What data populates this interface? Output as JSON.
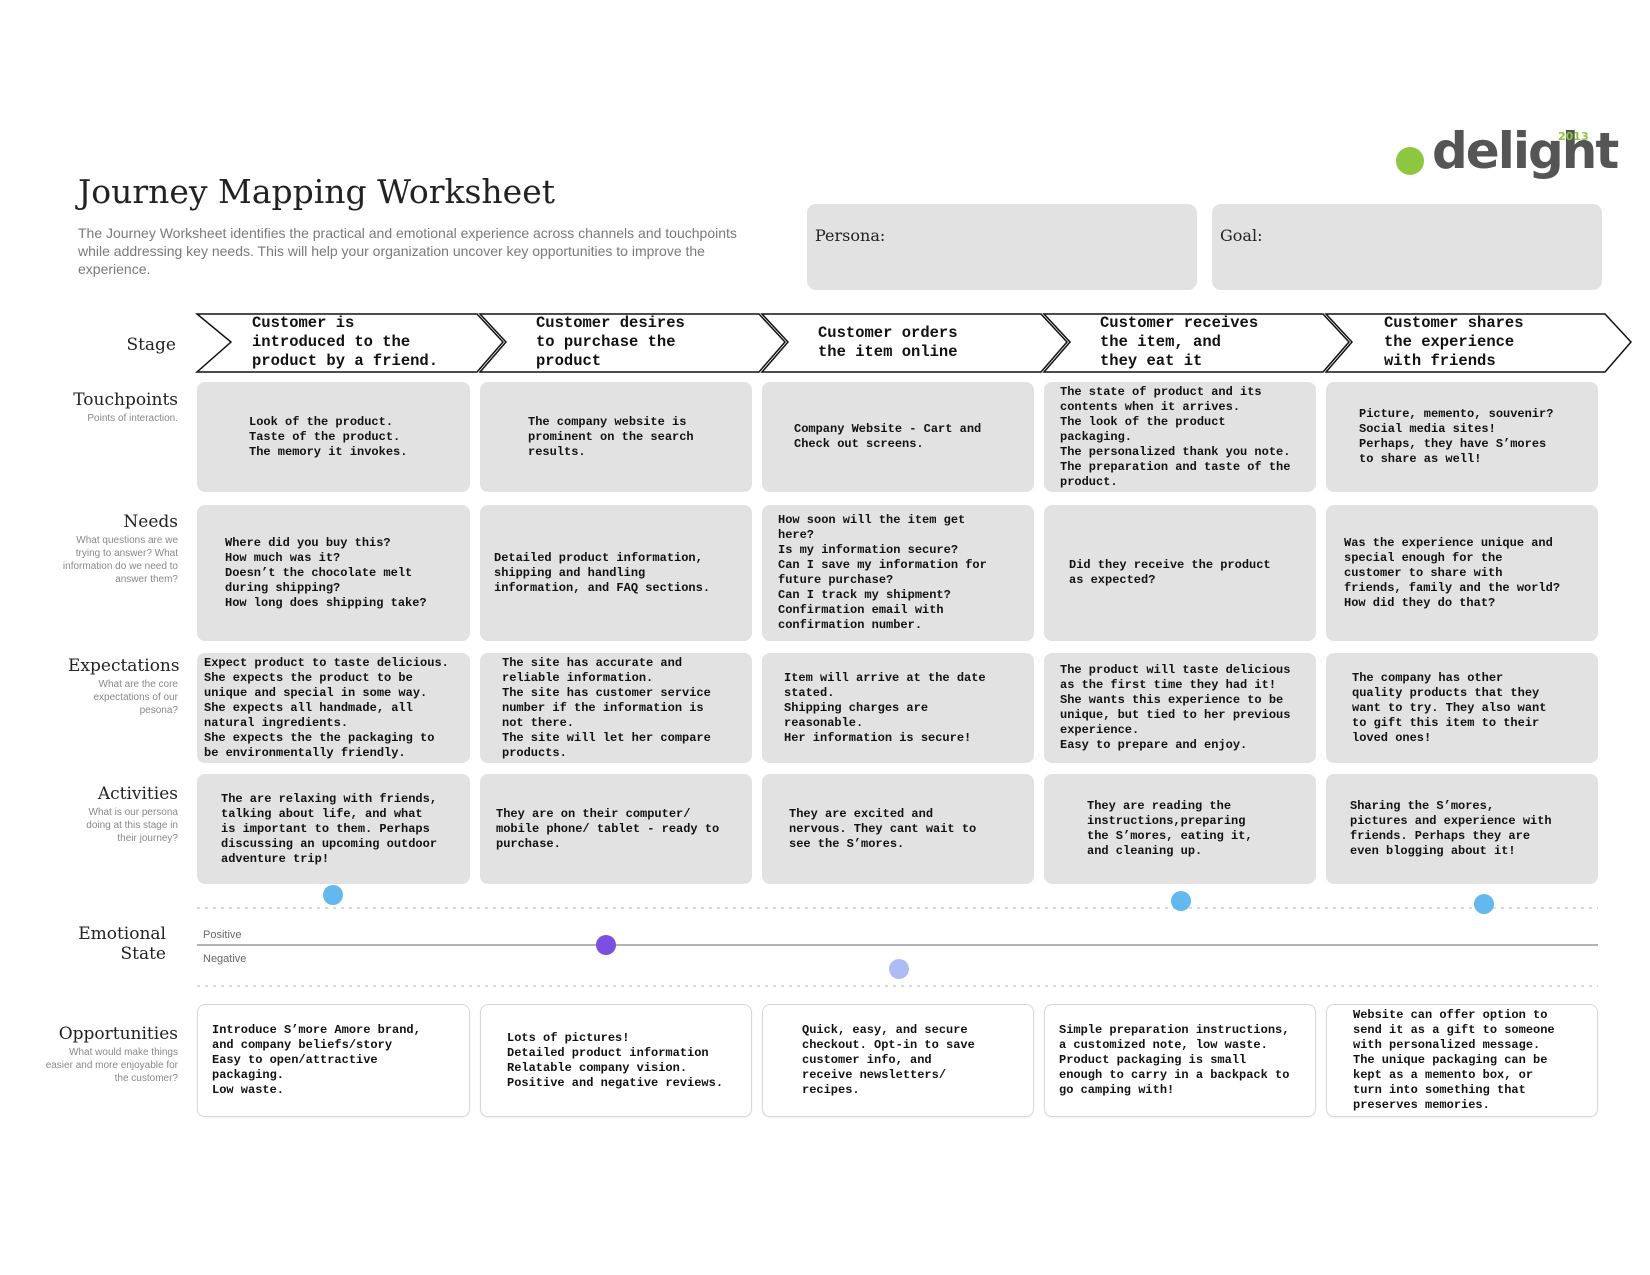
{
  "title": "Journey Mapping Worksheet",
  "intro": "The Journey Worksheet identifies the practical and emotional experience across channels and touchpoints while addressing key needs. This will help your organization uncover key opportunities to improve the experience.",
  "persona_label": "Persona:",
  "goal_label": "Goal:",
  "logo": {
    "word": "delight",
    "year": "2013",
    "accent_color": "#8dc63f"
  },
  "rows": {
    "stage": {
      "name": "Stage"
    },
    "touchpoints": {
      "name": "Touchpoints",
      "sub": "Points of interaction."
    },
    "needs": {
      "name": "Needs",
      "sub": "What questions are we trying to answer? What information do we need to answer them?"
    },
    "expectations": {
      "name": "Expectations",
      "sub": "What are the core expectations of our pesona?"
    },
    "activities": {
      "name": "Activities",
      "sub": "What is our persona doing at this stage in their journey?"
    },
    "emotional": {
      "name": "Emotional State",
      "positive": "Positive",
      "negative": "Negative"
    },
    "opportunities": {
      "name": "Opportunities",
      "sub": "What would make things easier and more enjoyable for the customer?"
    }
  },
  "stages": [
    {
      "stage": "Customer is\nintroduced to the\nproduct by a friend.",
      "touchpoints": "Look of the product.\nTaste of the product.\nThe memory it invokes.",
      "needs": "Where did you buy this?\nHow much was it?\nDoesn’t the chocolate melt\nduring shipping?\nHow long does shipping take?",
      "expectations": "Expect product to taste delicious.\nShe expects the product to be\nunique and special in some way.\nShe expects all handmade, all\nnatural ingredients.\nShe expects the the packaging to\nbe environmentally friendly.",
      "activities": "The are relaxing with friends,\ntalking about life, and what\nis important to them.  Perhaps\ndiscussing an upcoming outdoor\nadventure trip!",
      "opportunities": "Introduce S’more Amore brand,\nand company beliefs/story\nEasy to open/attractive\npackaging.\nLow waste."
    },
    {
      "stage": "Customer desires\nto purchase the\nproduct",
      "touchpoints": "The company website is\nprominent on the search\nresults.",
      "needs": "Detailed product information,\nshipping and handling\ninformation, and FAQ sections.",
      "expectations": "The site has accurate and\nreliable information.\nThe site has customer service\nnumber if the information is\nnot there.\nThe site will let her compare\nproducts.",
      "activities": "They are on their computer/\nmobile phone/ tablet - ready to\npurchase.",
      "opportunities": "Lots of pictures!\nDetailed product information\nRelatable company vision.\nPositive and negative reviews."
    },
    {
      "stage": "Customer orders\nthe item online",
      "touchpoints": "Company Website - Cart and\nCheck out screens.",
      "needs": "How soon will the item get\nhere?\nIs my information secure?\nCan I save my information for\nfuture purchase?\nCan I track my shipment?\nConfirmation email with\nconfirmation number.",
      "expectations": "Item will arrive at the date\nstated.\nShipping charges are\nreasonable.\nHer information is secure!",
      "activities": "They are excited and\nnervous.  They cant wait to\nsee the S’mores.",
      "opportunities": "Quick, easy, and secure\ncheckout. Opt-in to save\ncustomer info, and\nreceive newsletters/\nrecipes."
    },
    {
      "stage": "Customer receives\nthe item, and\nthey eat it",
      "touchpoints": "The state of product and its\ncontents when it arrives.\nThe look of the product\npackaging.\nThe personalized thank you note.\nThe preparation and taste of the\nproduct.",
      "needs": "Did they receive the product\nas expected?",
      "expectations": "The product will taste delicious\nas the first time they had it!\nShe wants this experience to be\nunique, but tied to her previous\nexperience.\nEasy to prepare and enjoy.",
      "activities": "They are reading the\ninstructions,preparing\nthe S’mores, eating it,\nand cleaning up.",
      "opportunities": "Simple preparation instructions,\na customized note, low waste.\nProduct packaging is small\nenough to carry in a backpack to\ngo camping with!"
    },
    {
      "stage": "Customer shares\nthe experience\nwith friends",
      "touchpoints": "Picture, memento, souvenir?\nSocial media sites!\nPerhaps, they have S’mores\nto share as well!",
      "needs": "Was the experience unique and\nspecial enough for the\ncustomer to share with\nfriends, family and the world?\nHow did they do that?",
      "expectations": "The company has other\nquality products that they\nwant to try.  They also want\nto gift this item to their\nloved ones!",
      "activities": "Sharing the S’mores,\npictures and experience with\nfriends.  Perhaps they are\neven blogging about it!",
      "opportunities": "Website can offer option to\nsend it as a gift to someone\nwith personalized message.\nThe unique packaging can be\nkept as a memento box, or\nturn into something that\npreserves memories."
    }
  ],
  "emotional_levels": [
    1.0,
    0.0,
    -0.48,
    0.88,
    0.82
  ],
  "emotional_colors": [
    "#63b9ef",
    "#7b4fe0",
    "#aebcf5",
    "#63b9ef",
    "#63b9ef"
  ]
}
